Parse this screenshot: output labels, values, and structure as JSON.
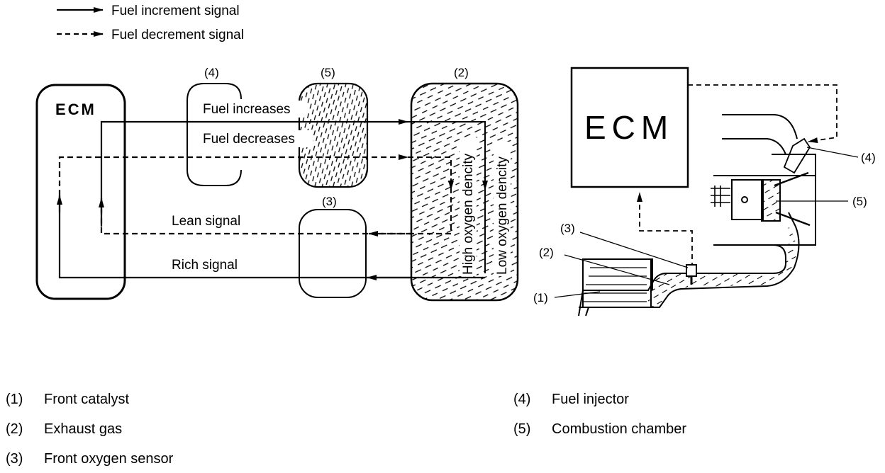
{
  "legend": {
    "solid": "Fuel increment signal",
    "dashed": "Fuel decrement signal"
  },
  "block_diagram": {
    "ecm_label": "ECM",
    "injector_num": "(4)",
    "chamber_num": "(5)",
    "exhaust_num": "(2)",
    "sensor_num": "(3)",
    "fuel_increases": "Fuel increases",
    "fuel_decreases": "Fuel decreases",
    "high_oxygen": "High oxygen dencity",
    "low_oxygen": "Low oxygen dencity",
    "lean_signal": "Lean signal",
    "rich_signal": "Rich signal"
  },
  "engine_diagram": {
    "ecm_label": "ECM",
    "callouts": [
      "(1)",
      "(2)",
      "(3)",
      "(4)",
      "(5)"
    ]
  },
  "key": [
    {
      "num": "(1)",
      "text": "Front catalyst"
    },
    {
      "num": "(2)",
      "text": "Exhaust gas"
    },
    {
      "num": "(3)",
      "text": "Front oxygen sensor"
    },
    {
      "num": "(4)",
      "text": "Fuel injector"
    },
    {
      "num": "(5)",
      "text": "Combustion chamber"
    }
  ]
}
